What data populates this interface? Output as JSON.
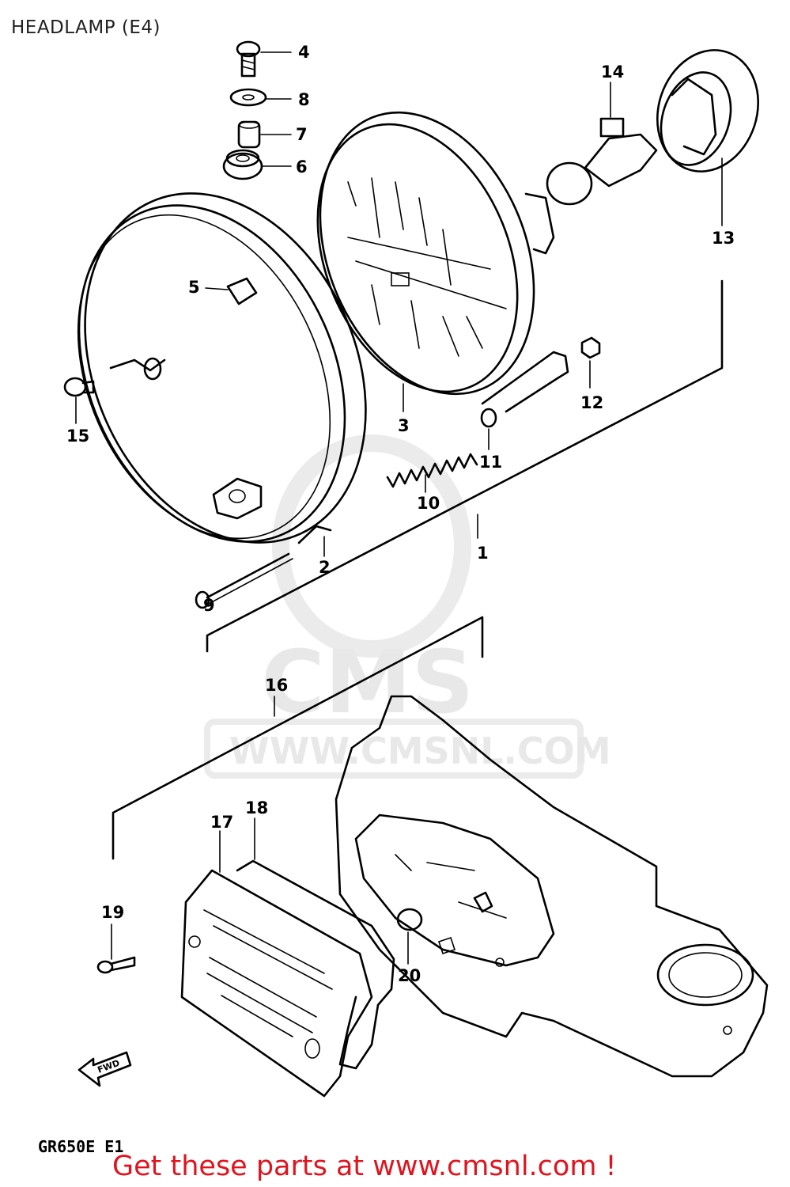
{
  "title": "HEADLAMP (E4)",
  "model_code": "GR650E E1",
  "footer_cta": "Get these parts at www.cmsnl.com !",
  "watermark": {
    "brand": "CMS",
    "url": "WWW.CMSNL.COM"
  },
  "fwd_label": "FWD",
  "accent_color": "#e0141e",
  "callouts": [
    "1",
    "2",
    "3",
    "4",
    "5",
    "6",
    "7",
    "8",
    "9",
    "10",
    "11",
    "12",
    "13",
    "14",
    "15",
    "16",
    "17",
    "18",
    "19",
    "20"
  ]
}
